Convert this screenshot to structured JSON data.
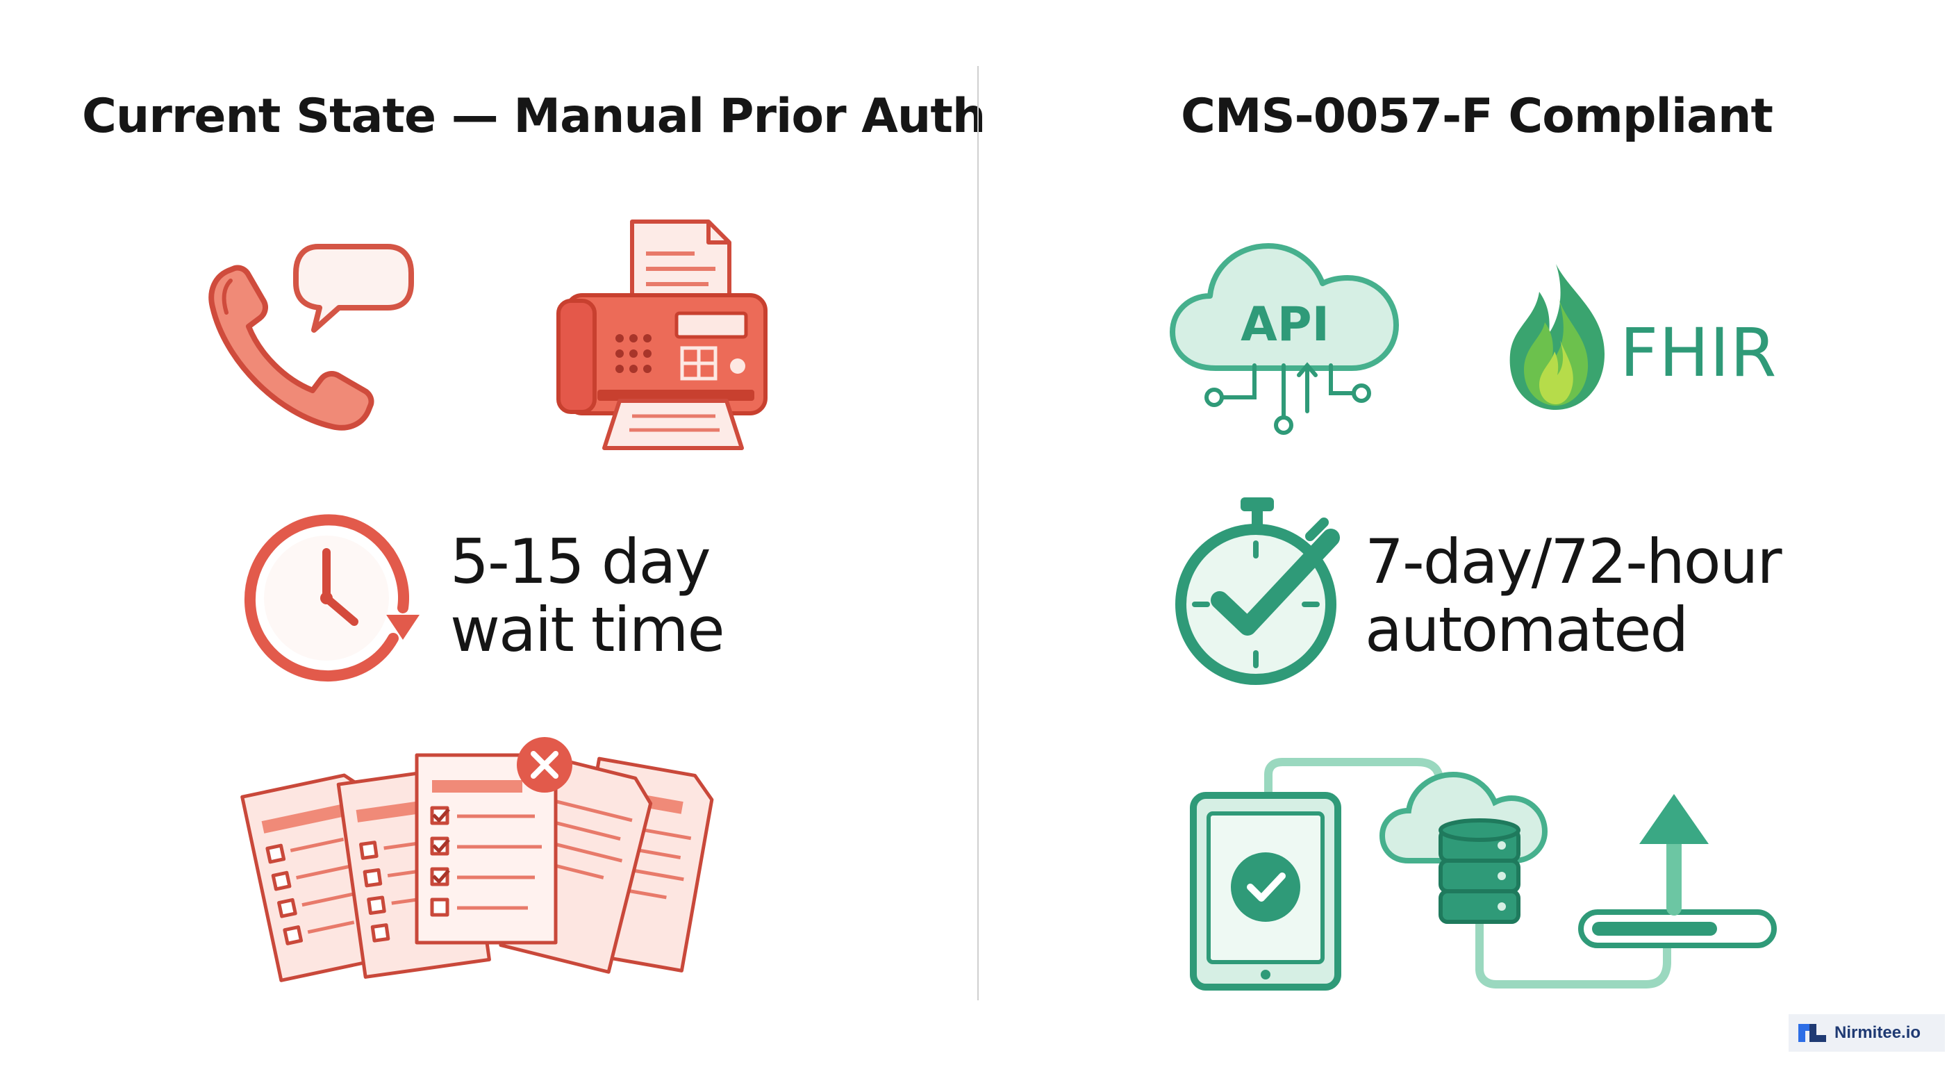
{
  "left_panel": {
    "title": "Current State — Manual Prior Auth",
    "wait_line1": "5-15 day",
    "wait_line2": "wait time"
  },
  "right_panel": {
    "title": "CMS-0057-F Compliant",
    "api_label": "API",
    "fhir_label": "FHIR",
    "auto_line1": "7-day/72-hour",
    "auto_line2": "automated"
  },
  "watermark": {
    "text": "Nirmitee.io"
  },
  "colors": {
    "red_accent": "#e0574a",
    "red_fill": "#fbe1dc",
    "green_accent": "#2f9a78",
    "green_fill": "#d6efe4"
  },
  "icons": {
    "phone": "phone-icon",
    "speech": "speech-bubble-icon",
    "fax": "fax-machine-icon",
    "clock": "clock-icon",
    "documents": "paperwork-stack-icon",
    "cloud_api": "cloud-api-icon",
    "fhir": "fhir-flame-icon",
    "stopwatch": "stopwatch-check-icon",
    "workflow": "digital-workflow-icon"
  }
}
